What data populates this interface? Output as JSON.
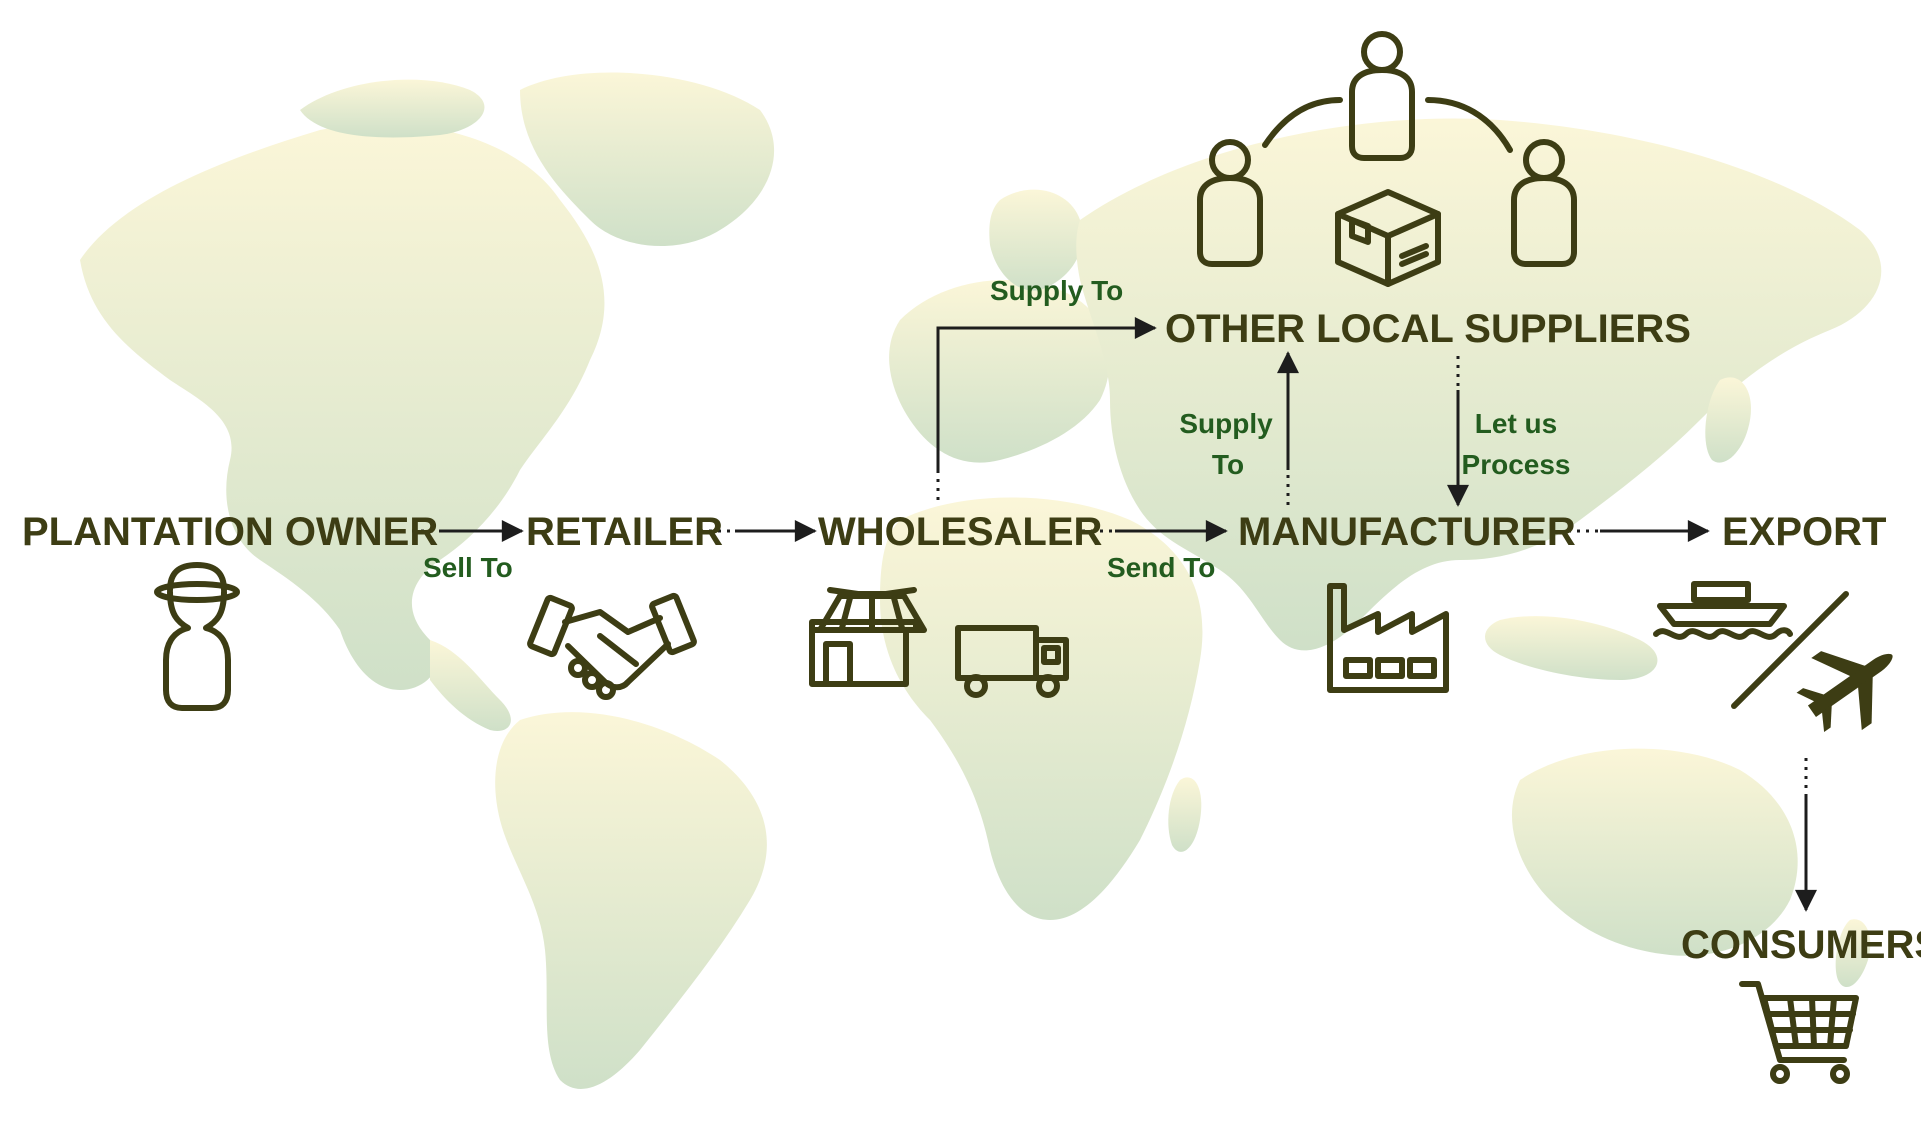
{
  "colors": {
    "node_text": "#3d3d14",
    "edge_text": "#235c1f",
    "icon_stroke": "#3d3d14",
    "arrow": "#1d1d1d",
    "map_top": "#fbf6d8",
    "map_bottom": "#cfe0c8",
    "background": "#ffffff"
  },
  "nodes": {
    "plantation_owner": "PLANTATION OWNER",
    "retailer": "RETAILER",
    "wholesaler": "WHOLESALER",
    "manufacturer": "MANUFACTURER",
    "export": "EXPORT",
    "other_local_suppliers": "OTHER LOCAL SUPPLIERS",
    "consumers": "CONSUMERS"
  },
  "edges": {
    "sell_to": "Sell To",
    "supply_to_top": "Supply To",
    "send_to": "Send To",
    "supply_to_line1": "Supply",
    "supply_to_line2": "To",
    "let_us_process_line1": "Let us",
    "let_us_process_line2": "Process"
  },
  "icons": [
    "farmer-icon",
    "handshake-icon",
    "store-icon",
    "truck-icon",
    "factory-icon",
    "supplier-person-icon",
    "package-box-icon",
    "ship-icon",
    "airplane-icon",
    "shopping-cart-icon",
    "world-map-background"
  ]
}
